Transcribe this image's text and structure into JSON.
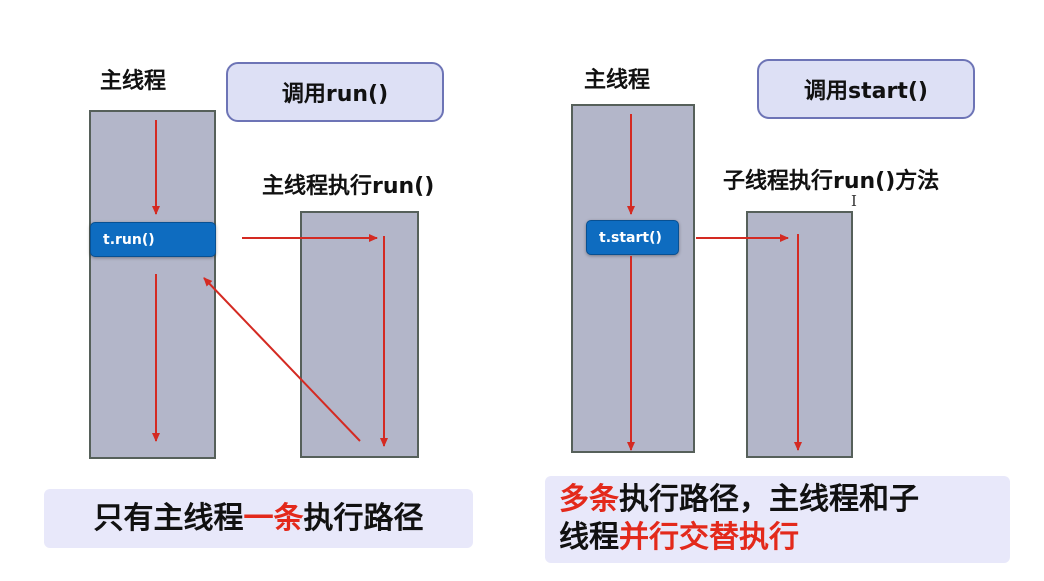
{
  "left": {
    "main_thread_label": "主线程",
    "callout": "调用run()",
    "sub_label": "主线程执行run()",
    "button_label": "t.run()",
    "note": {
      "prefix": "只有主线程",
      "highlight": "一条",
      "suffix": "执行路径"
    }
  },
  "right": {
    "main_thread_label": "主线程",
    "callout": "调用start()",
    "sub_label": "子线程执行run()方法",
    "button_label": "t.start()",
    "note": {
      "highlight1": "多条",
      "text1": "执行路径，主线程和子",
      "text2": "线程",
      "highlight2": "并行交替执行"
    }
  },
  "colors": {
    "arrow": "#d42a22",
    "highlight": "#e3291b",
    "column": "#b3b6c9",
    "callout_bg": "#dde0f5",
    "button": "#0e6cc0"
  }
}
